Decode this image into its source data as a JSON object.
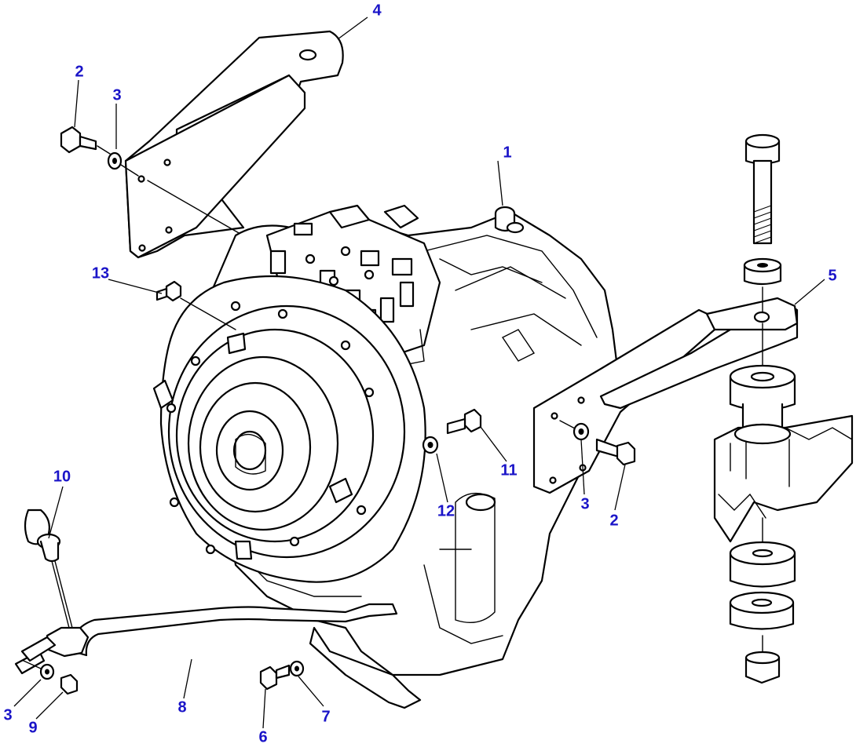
{
  "diagram": {
    "callouts": [
      "1",
      "2",
      "2",
      "3",
      "3",
      "3",
      "4",
      "5",
      "6",
      "7",
      "8",
      "9",
      "10",
      "11",
      "12",
      "13"
    ],
    "callout_color": "#1a14c8"
  }
}
